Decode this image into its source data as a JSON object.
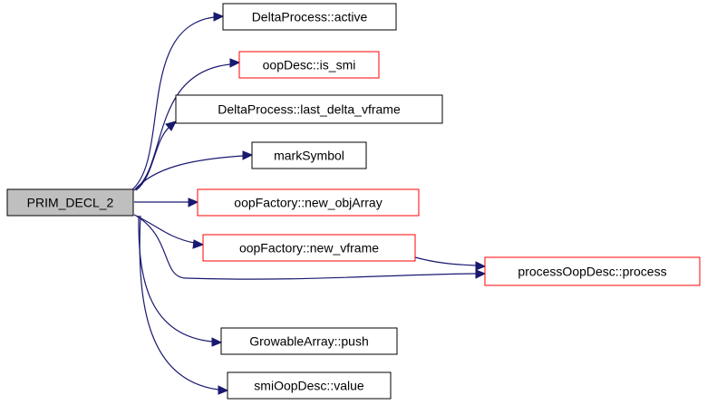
{
  "colors": {
    "edge": "#191970",
    "node_border": "#000000",
    "node_border_link": "#ff0000",
    "root_fill": "#bfbfbf",
    "node_fill": "#ffffff"
  },
  "graph": {
    "root": {
      "label": "PRIM_DECL_2"
    },
    "nodes": [
      {
        "id": "n1",
        "label": "DeltaProcess::active",
        "border": "black"
      },
      {
        "id": "n2",
        "label": "oopDesc::is_smi",
        "border": "red"
      },
      {
        "id": "n3",
        "label": "DeltaProcess::last_delta_vframe",
        "border": "black"
      },
      {
        "id": "n4",
        "label": "markSymbol",
        "border": "black"
      },
      {
        "id": "n5",
        "label": "oopFactory::new_objArray",
        "border": "red"
      },
      {
        "id": "n6",
        "label": "oopFactory::new_vframe",
        "border": "red"
      },
      {
        "id": "n7",
        "label": "processOopDesc::process",
        "border": "red"
      },
      {
        "id": "n8",
        "label": "GrowableArray::push",
        "border": "black"
      },
      {
        "id": "n9",
        "label": "smiOopDesc::value",
        "border": "black"
      }
    ]
  }
}
